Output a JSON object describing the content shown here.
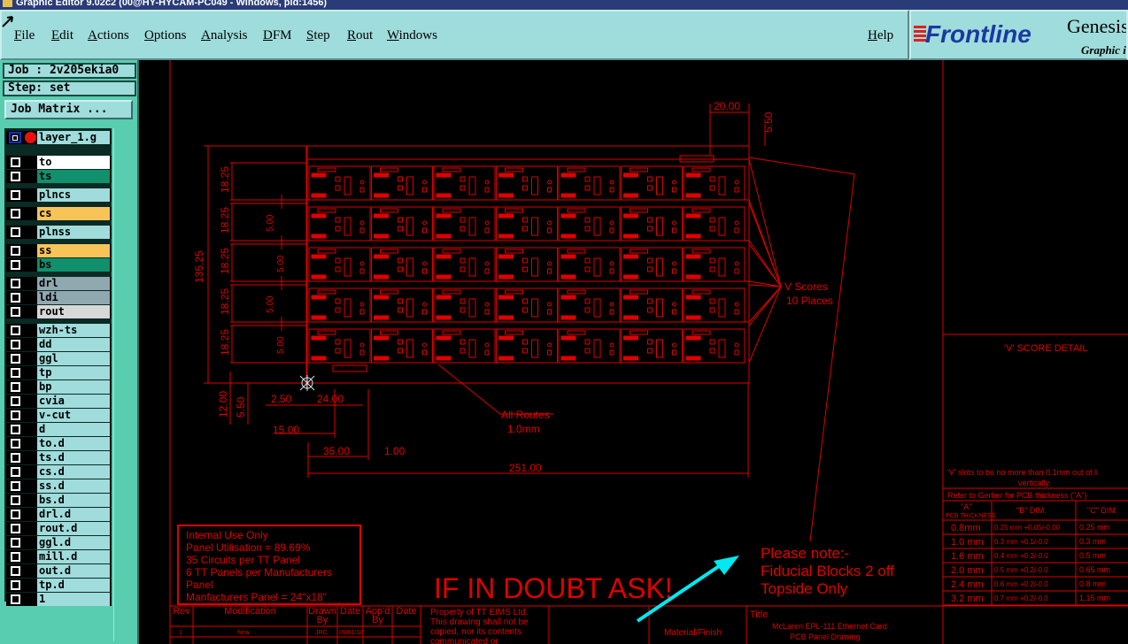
{
  "window": {
    "title": "Graphic Editor 9.02c2 (00@HY-HYCAM-PC049 - Windows, pid:1456)"
  },
  "menu": [
    "File",
    "Edit",
    "Actions",
    "Options",
    "Analysis",
    "DFM",
    "Step",
    "Rout",
    "Windows"
  ],
  "help": "Help",
  "logo": {
    "brand": "Frontline",
    "product": "Genesis",
    "subtitle": "Graphic i"
  },
  "job": "Job : 2v205ekia0",
  "step": "Step: set",
  "job_matrix": "Job Matrix ...",
  "work_layer": "layer_1.g",
  "layers": [
    {
      "name": "to",
      "color": "#ffffff"
    },
    {
      "name": "ts",
      "color": "#10906c"
    },
    {
      "name": "plncs",
      "color": "#a0dcdc"
    },
    {
      "name": "cs",
      "color": "#f8c458"
    },
    {
      "name": "plnss",
      "color": "#a0dcdc"
    },
    {
      "name": "ss",
      "color": "#f8c458"
    },
    {
      "name": "bs",
      "color": "#10906c"
    },
    {
      "name": "drl",
      "color": "#90a8b0"
    },
    {
      "name": "ldi",
      "color": "#90a8b0"
    },
    {
      "name": "rout",
      "color": "#d8d8d8"
    },
    {
      "name": "wzh-ts",
      "color": "#a0dcdc"
    },
    {
      "name": "dd",
      "color": "#a0dcdc"
    },
    {
      "name": "ggl",
      "color": "#a0dcdc"
    },
    {
      "name": "tp",
      "color": "#a0dcdc"
    },
    {
      "name": "bp",
      "color": "#a0dcdc"
    },
    {
      "name": "cvia",
      "color": "#a0dcdc"
    },
    {
      "name": "v-cut",
      "color": "#a0dcdc"
    },
    {
      "name": "d",
      "color": "#a0dcdc"
    },
    {
      "name": "to.d",
      "color": "#a0dcdc"
    },
    {
      "name": "ts.d",
      "color": "#a0dcdc"
    },
    {
      "name": "cs.d",
      "color": "#a0dcdc"
    },
    {
      "name": "ss.d",
      "color": "#a0dcdc"
    },
    {
      "name": "bs.d",
      "color": "#a0dcdc"
    },
    {
      "name": "drl.d",
      "color": "#a0dcdc"
    },
    {
      "name": "rout.d",
      "color": "#a0dcdc"
    },
    {
      "name": "ggl.d",
      "color": "#a0dcdc"
    },
    {
      "name": "mill.d",
      "color": "#a0dcdc"
    },
    {
      "name": "out.d",
      "color": "#a0dcdc"
    },
    {
      "name": "tp.d",
      "color": "#a0dcdc"
    },
    {
      "name": "1",
      "color": "#a0dcdc"
    }
  ],
  "drawing": {
    "dims": {
      "top_w": "20.00",
      "top_h": "5.50",
      "row_h": "18.25",
      "total_h": "135.25",
      "gap": "5.00",
      "bottom_h": "12.00",
      "bottom_off": "5.50",
      "d250": "2.50",
      "d24": "24.00",
      "d15": "15.00",
      "d35": "35.00",
      "d1": "1.00",
      "total_w": "251.00"
    },
    "all_routes": "All Routes",
    "route_w": "1.0mm",
    "vscores": "V Scores",
    "vplaces": "10 Places",
    "notes": [
      "Internal Use Only",
      "Panel Utilisation =  89.69%",
      "35 Circuits per TT Panel",
      "6 TT Panels per Manufacturers",
      "Panel",
      "Manfacturers Panel = 24\"x18\""
    ],
    "doubt": "IF IN DOUBT ASK!",
    "please": [
      "Please note:-",
      "Fiducial Blocks 2 off",
      "Topside Only"
    ],
    "vscore_detail": "'V' SCORE DETAIL",
    "vslot_note": [
      "'V' slots to be no more than 0.1mm out of li",
      "vertically."
    ],
    "refer": "Refer to Gerber for PCB thickness (\"A\")",
    "table_head": [
      "\"A\"",
      "PCB THICKNESS",
      "\"B\" DIM.",
      "\"C\" DIM"
    ],
    "table_rows": [
      [
        "0.8mm",
        "0.25 mm +0.05/-0.00",
        "0.25 mm"
      ],
      [
        "1.0 mm",
        "0.3 mm +0.1/-0.0",
        "0.3 mm"
      ],
      [
        "1.6 mm",
        "0.4 mm +0.2/-0.0",
        "0.5 mm"
      ],
      [
        "2.0 mm",
        "0.5 mm +0.2/-0.0",
        "0.65 mm"
      ],
      [
        "2.4 mm",
        "0.6 mm +0.2/-0.0",
        "0.8 mm"
      ],
      [
        "3.2 mm",
        "0.7 mm +0.2/-0.0",
        "1.15 mm"
      ]
    ],
    "title_block": {
      "headers": [
        "Rev",
        "Modification",
        "Drawn By",
        "Date",
        "App'd By",
        "Date"
      ],
      "row": [
        "1",
        "New",
        "JRC",
        "09/01/12"
      ],
      "property": [
        "Property of TT EIMS Ltd.",
        "This drawing shall not be",
        "copied, nor its contents",
        "communicated or"
      ],
      "material": "Material/Finish",
      "title_label": "Title",
      "title": [
        "McLaren EPL-111 Ethernet Card",
        "PCB Panel Drawing"
      ]
    }
  },
  "colors": {
    "menu_bg": "#9fdcdc",
    "panel_bg": "#58cdb0",
    "drawing": "#e00000",
    "arrow": "#00e8f0"
  }
}
